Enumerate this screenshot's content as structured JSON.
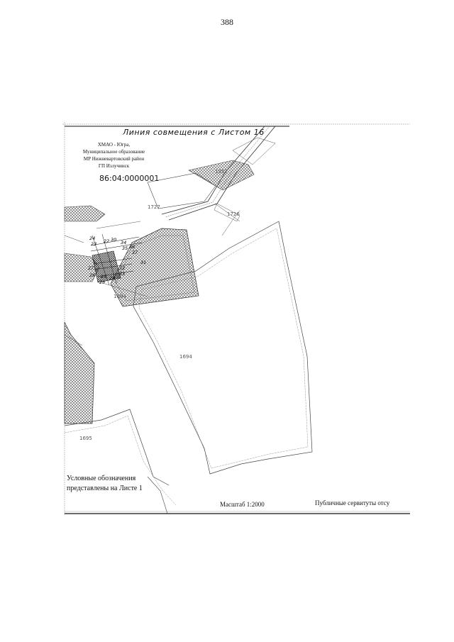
{
  "page": {
    "number": "388"
  },
  "map": {
    "title": "Линия совмещения с Листом 16",
    "admin_lines": [
      "ХМАО - Югра,",
      "Муниципальное образование",
      "МР Нижневартовский район",
      "ГП Излучинск"
    ],
    "cadastral_quarter": "86:04:0000001",
    "parcel_labels": [
      "1952",
      "1727",
      "1726",
      "1694",
      "1694",
      "1695"
    ],
    "point_labels": [
      "24",
      "23",
      "22",
      "30",
      "34",
      "35",
      "36",
      "37",
      "31",
      "32",
      "33",
      "27",
      "26",
      "25",
      "28",
      "29"
    ],
    "legend_lines": [
      "Условные обозначения",
      "представлены на Листе 1"
    ],
    "scale": "Масштаб 1:2000",
    "servitude_note": "Публичные сервитуты отсу"
  }
}
